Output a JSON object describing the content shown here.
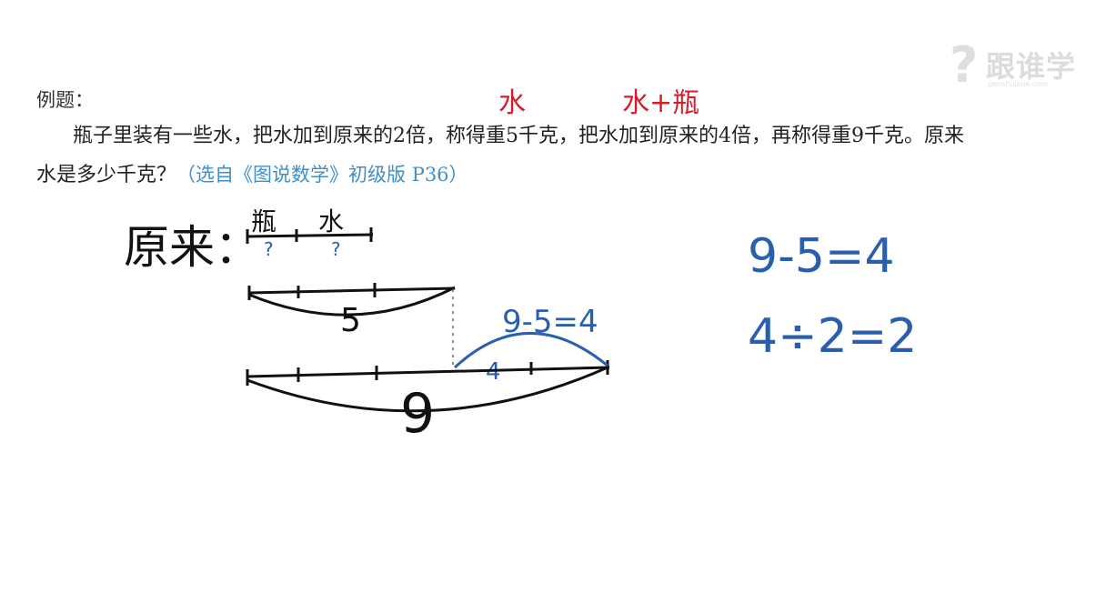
{
  "logo": {
    "mark": "?",
    "name": "跟谁学",
    "sub": "genshuixue.com"
  },
  "problem": {
    "label": "例题：",
    "text": "瓶子里装有一些水，把水加到原来的2倍，称得重5千克，把水加到原来的4倍，再称得重9千克。原来水是多少千克？",
    "source": "（选自《图说数学》初级版 P36）"
  },
  "annotations": {
    "red_water": "水",
    "red_water_bottle": "水+瓶",
    "original": "原来：",
    "bottle": "瓶",
    "water": "水",
    "q1": "?",
    "q2": "?",
    "five": "5",
    "nine": "9",
    "four": "4",
    "arc_eq": "9-5=4"
  },
  "calculations": [
    "9-5=4",
    "4÷2=2"
  ]
}
